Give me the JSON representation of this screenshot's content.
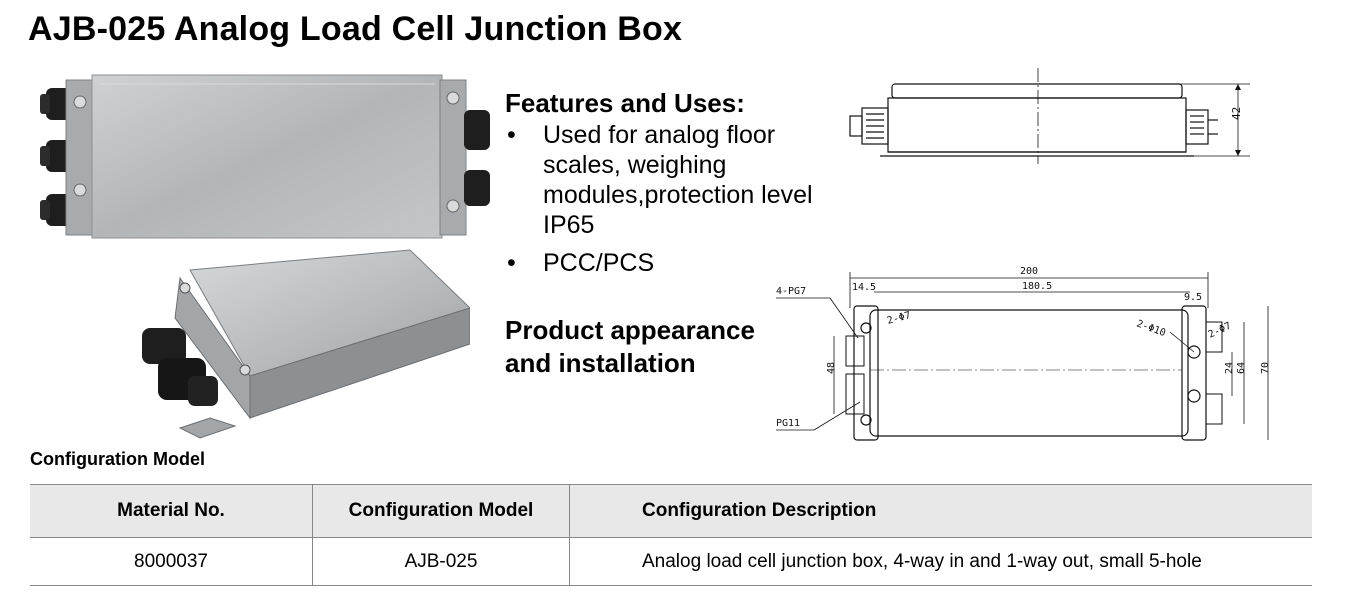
{
  "title": "AJB-025 Analog Load Cell Junction Box",
  "features": {
    "heading": "Features and Uses:",
    "bullet_glyph": "•",
    "items": [
      "Used for analog floor scales, weighing modules,protection level IP65",
      "PCC/PCS"
    ]
  },
  "appearance_heading_line1": "Product appearance",
  "appearance_heading_line2": "and installation",
  "drawing": {
    "height_dim": "42",
    "overall_length": "200",
    "hole_spacing": "180.5",
    "left_offset": "14.5",
    "right_offset": "9.5",
    "pg7_label": "4-PG7",
    "pg11_label": "PG11",
    "hole_left": "2-Φ7",
    "hole_right_large": "2-Φ10",
    "hole_right_small": "2-Φ7",
    "dim_48": "48",
    "dim_24": "24",
    "dim_64": "64",
    "dim_70": "70"
  },
  "config": {
    "caption": "Configuration Model",
    "headers": [
      "Material No.",
      "Configuration Model",
      "Configuration Description"
    ],
    "rows": [
      [
        "8000037",
        "AJB-025",
        "Analog load cell junction box, 4-way in and 1-way out, small 5-hole"
      ]
    ]
  },
  "colors": {
    "header_bg": "#e8e8e8",
    "steel": "#b9bcbe",
    "gland": "#1e1e1e"
  }
}
